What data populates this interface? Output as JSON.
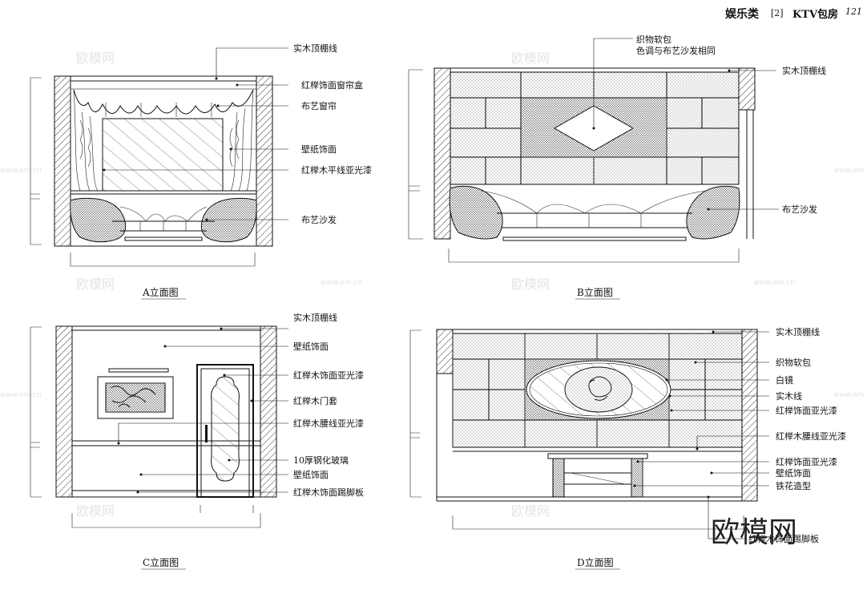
{
  "header": {
    "title": "娱乐类",
    "index": "[2]",
    "subtitle": "KTV包房",
    "page": "121"
  },
  "elevations": {
    "a": {
      "caption": "A立面图",
      "labels": [
        "实木顶棚线",
        "红榉饰面窗帘盒",
        "布艺窗帘",
        "壁纸饰面",
        "红榉木平线亚光漆",
        "布艺沙发"
      ]
    },
    "b": {
      "caption": "B立面图",
      "top_label_1": "织物软包",
      "top_label_2": "色调与布艺沙发相同",
      "labels": [
        "实木顶棚线",
        "布艺沙发"
      ]
    },
    "c": {
      "caption": "C立面图",
      "labels": [
        "实木顶棚线",
        "壁纸饰面",
        "红榉木饰面亚光漆",
        "红榉木门套",
        "红榉木腰线亚光漆",
        "10厚钢化玻璃",
        "壁纸饰面",
        "红榉木饰面踢脚板"
      ]
    },
    "d": {
      "caption": "D立面图",
      "labels": [
        "实木顶棚线",
        "织物软包",
        "白镜",
        "实木线",
        "红榉饰面亚光漆",
        "红榉木腰线亚光漆",
        "红榉饰面亚光漆",
        "壁纸饰面",
        "铁花造型"
      ],
      "bottom_label": "红榉木饰面踢脚板"
    }
  },
  "watermark": {
    "text": "欧模网",
    "url": "www.om.cn",
    "brand": "欧模网"
  },
  "colors": {
    "line": "#111111",
    "background": "#ffffff",
    "watermark": "#cfcfcf"
  },
  "icons": [
    "ceiling-molding-icon",
    "curtain-icon",
    "sofa-icon",
    "door-icon",
    "mirror-icon",
    "ironwork-icon"
  ]
}
